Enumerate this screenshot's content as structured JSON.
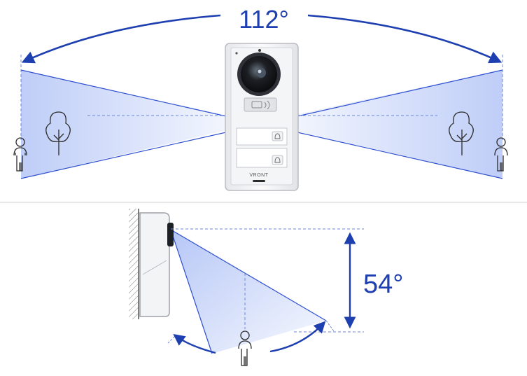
{
  "horizontal_view": {
    "angle_label": "112°"
  },
  "vertical_view": {
    "angle_label": "54°"
  },
  "device": {
    "brand_label": "VRONT"
  },
  "colors": {
    "accent": "#1e3fb0",
    "beam": "#a9bdf5",
    "outline": "#2b2b2b"
  },
  "icons": [
    "person-icon",
    "tree-icon",
    "bell-icon",
    "camera-lens-icon",
    "card-reader-icon"
  ]
}
